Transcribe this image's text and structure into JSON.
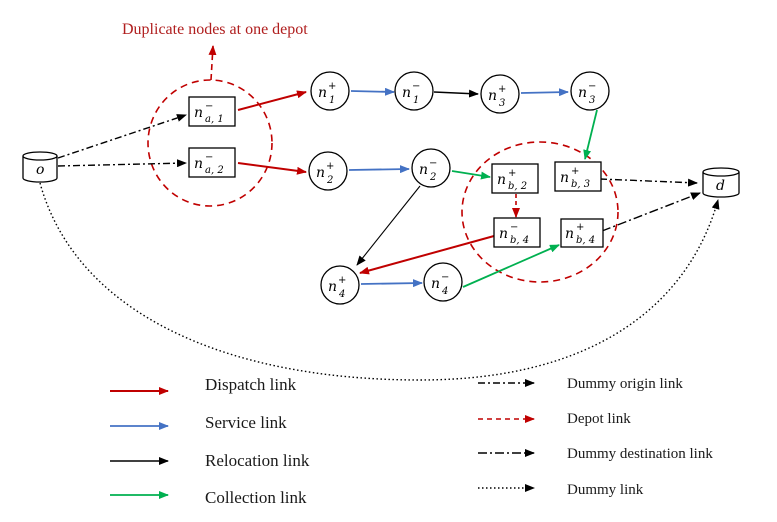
{
  "annotation": "Duplicate nodes at one depot",
  "colors": {
    "dispatch": "#c00000",
    "service": "#4472c4",
    "relocation": "#000000",
    "collection": "#00b050",
    "depot_circle": "#c00000"
  },
  "nodes": {
    "origin": {
      "base": "o"
    },
    "destination": {
      "base": "d"
    },
    "na1": {
      "base": "n",
      "sup": "−",
      "sub": "a, 1"
    },
    "na2": {
      "base": "n",
      "sup": "−",
      "sub": "a, 2"
    },
    "n1p": {
      "base": "n",
      "sup": "+",
      "sub": "1"
    },
    "n1m": {
      "base": "n",
      "sup": "−",
      "sub": "1"
    },
    "n3p": {
      "base": "n",
      "sup": "+",
      "sub": "3"
    },
    "n3m": {
      "base": "n",
      "sup": "−",
      "sub": "3"
    },
    "n2p": {
      "base": "n",
      "sup": "+",
      "sub": "2"
    },
    "n2m": {
      "base": "n",
      "sup": "−",
      "sub": "2"
    },
    "nb2": {
      "base": "n",
      "sup": "+",
      "sub": "b, 2"
    },
    "nb3": {
      "base": "n",
      "sup": "+",
      "sub": "b, 3"
    },
    "nb4m": {
      "base": "n",
      "sup": "−",
      "sub": "b, 4"
    },
    "nb4p": {
      "base": "n",
      "sup": "+",
      "sub": "b, 4"
    },
    "n4p": {
      "base": "n",
      "sup": "+",
      "sub": "4"
    },
    "n4m": {
      "base": "n",
      "sup": "−",
      "sub": "4"
    }
  },
  "legend": {
    "left": [
      "Dispatch link",
      "Service link",
      "Relocation link",
      "Collection link"
    ],
    "right": [
      "Dummy origin link",
      "Depot link",
      "Dummy destination link",
      "Dummy link"
    ]
  }
}
